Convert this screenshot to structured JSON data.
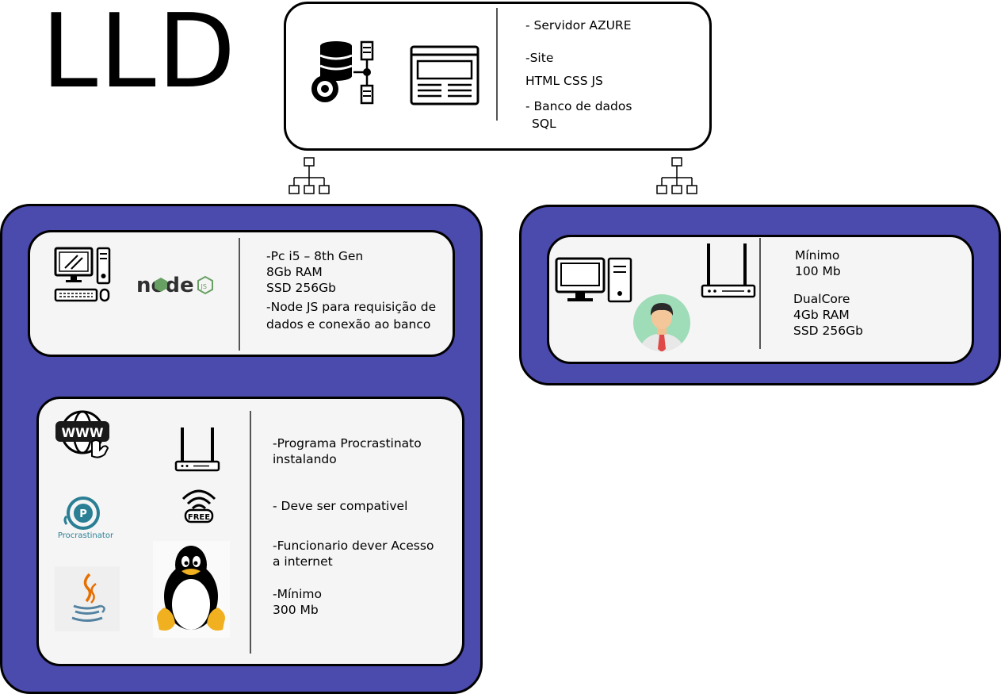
{
  "title": "LLD",
  "server": {
    "lines": [
      "- Servidor AZURE",
      "-Site",
      "HTML CSS JS",
      "- Banco de dados",
      "SQL"
    ]
  },
  "dev_pc": {
    "lines": [
      "-Pc  i5 – 8th Gen",
      "8Gb RAM",
      "SSD 256Gb",
      "-Node JS para requisição de",
      "dados e conexão ao banco"
    ],
    "logo_text": "node"
  },
  "employee": {
    "lines": [
      "-Programa Procrastinato",
      "instalando",
      "- Deve ser compativel",
      "-Funcionario dever Acesso",
      "a internet",
      "-Mínimo",
      "300 Mb"
    ],
    "www_text": "WWW",
    "free_text": "FREE",
    "app_name": "Procrastinator"
  },
  "client": {
    "lines": [
      "Mínimo",
      "100 Mb",
      "DualCore",
      "4Gb RAM",
      "SSD 256Gb"
    ]
  },
  "colors": {
    "panel_purple": "#4b4aad",
    "inner_bg": "#f5f5f5",
    "node_green": "#68a063",
    "procrastinator_teal": "#2a7f95"
  },
  "icons": [
    "server-database-icon",
    "browser-window-icon",
    "network-topology-icon",
    "desktop-computer-icon",
    "nodejs-logo",
    "www-icon",
    "router-icon",
    "free-wifi-icon",
    "procrastinator-logo",
    "java-logo",
    "linux-tux-icon",
    "user-avatar-icon"
  ]
}
